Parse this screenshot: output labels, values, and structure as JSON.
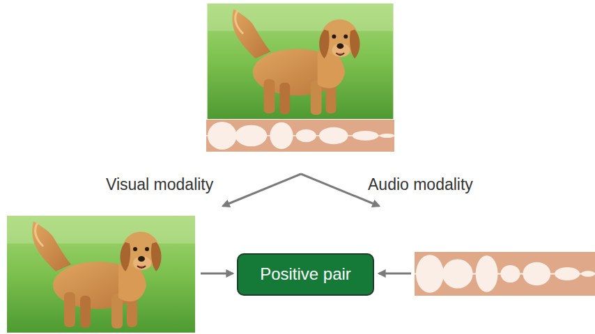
{
  "diagram": {
    "nodes": [
      {
        "text": [
          "Positive pair"
        ]
      }
    ],
    "labels": [
      "Visual modality",
      "Audio modality"
    ]
  }
}
